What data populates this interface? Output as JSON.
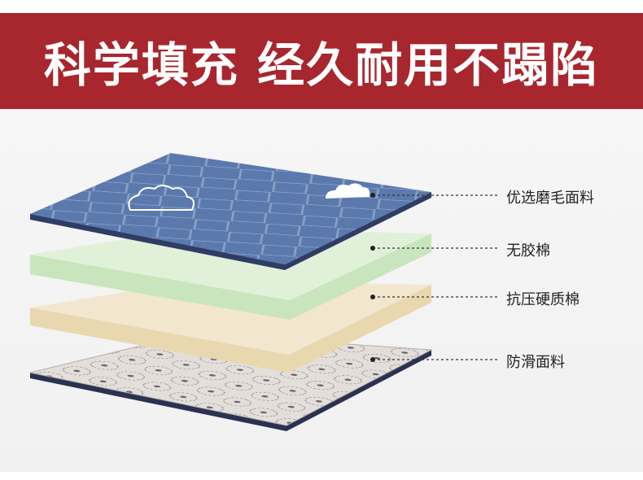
{
  "banner": {
    "title": "科学填充 经久耐用不蹋陷",
    "background_color": "#a8262e",
    "text_color": "#ffffff"
  },
  "layers": [
    {
      "label": "优选磨毛面料",
      "color": "#5b79ad"
    },
    {
      "label": "无胶棉",
      "color": "#dcefd3"
    },
    {
      "label": "抗压硬质棉",
      "color": "#f0e3c7"
    },
    {
      "label": "防滑面料",
      "color": "#e4deda"
    }
  ]
}
